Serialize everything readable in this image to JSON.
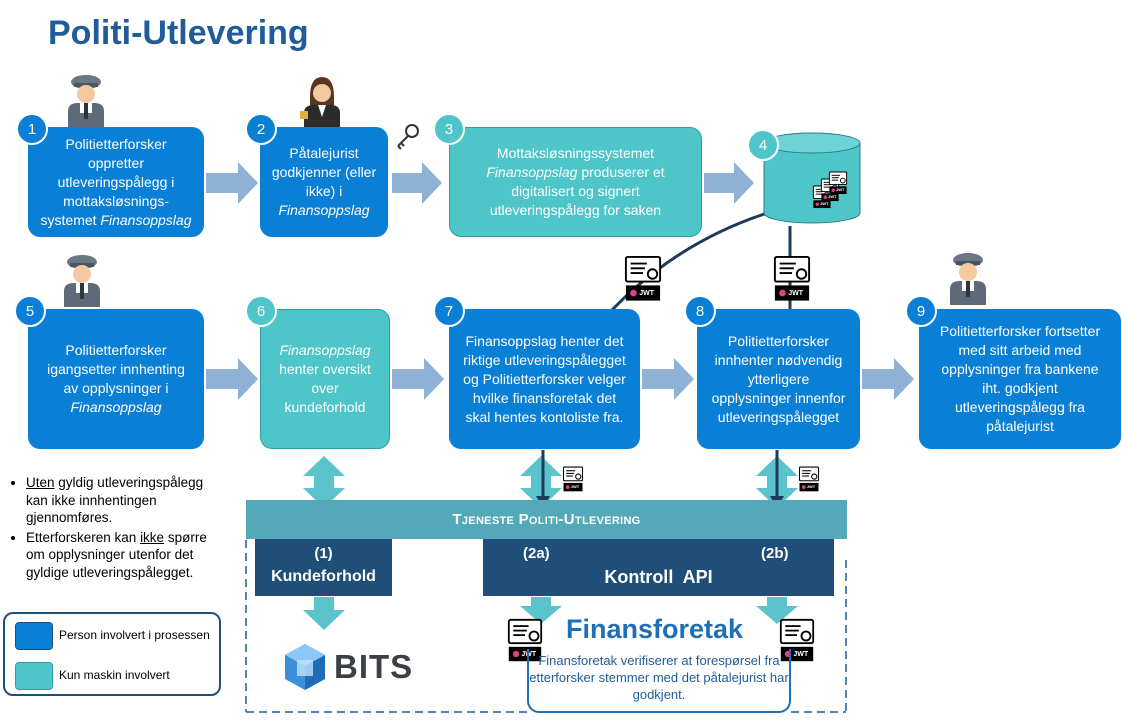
{
  "title": "Politi-Utlevering",
  "steps": [
    {
      "num": "1",
      "lines": [
        {
          "t": "Politietterforsker"
        },
        {
          "t": "oppretter"
        },
        {
          "t": "utleveringspålegg i"
        },
        {
          "t": "mottaksløsnings-"
        },
        {
          "t": "systemet ",
          "i": "Finansoppslag"
        }
      ]
    },
    {
      "num": "2",
      "lines": [
        {
          "t": "Påtalejurist"
        },
        {
          "t": "godkjenner (eller"
        },
        {
          "t": "ikke) i"
        },
        {
          "t": "",
          "i": "Finansoppslag"
        }
      ]
    },
    {
      "num": "3",
      "lines": [
        {
          "t": "Mottaksløsningssystemet"
        },
        {
          "t": " produserer et",
          "i": "Finansoppslag",
          "first": true
        },
        {
          "t": "digitalisert og signert"
        },
        {
          "t": "utleveringspålegg for saken"
        }
      ]
    },
    {
      "num": "4",
      "lines": []
    },
    {
      "num": "5",
      "lines": [
        {
          "t": "Politietterforsker"
        },
        {
          "t": "igangsetter innhenting"
        },
        {
          "t": "av opplysninger i"
        },
        {
          "t": "",
          "i": "Finansoppslag"
        }
      ]
    },
    {
      "num": "6",
      "lines": [
        {
          "t": "",
          "i": "Finansoppslag"
        },
        {
          "t": "henter oversikt"
        },
        {
          "t": "over"
        },
        {
          "t": "kundeforhold"
        }
      ]
    },
    {
      "num": "7",
      "lines": [
        {
          "t": "Finansoppslag henter det"
        },
        {
          "t": "riktige utleveringspålegget"
        },
        {
          "t": "og Politietterforsker velger"
        },
        {
          "t": "hvilke finansforetak det"
        },
        {
          "t": "skal hentes kontoliste fra."
        }
      ]
    },
    {
      "num": "8",
      "lines": [
        {
          "t": "Politietterforsker"
        },
        {
          "t": "innhenter nødvendig"
        },
        {
          "t": "ytterligere"
        },
        {
          "t": "opplysninger innenfor"
        },
        {
          "t": "utleveringspålegget"
        }
      ]
    },
    {
      "num": "9",
      "lines": [
        {
          "t": "Politietterforsker fortsetter"
        },
        {
          "t": "med sitt arbeid med"
        },
        {
          "t": "opplysninger fra bankene"
        },
        {
          "t": "iht. godkjent"
        },
        {
          "t": "utleveringspålegg fra"
        },
        {
          "t": "påtalejurist"
        }
      ]
    }
  ],
  "bullets": [
    {
      "u": "Uten",
      "rest": " gyldig utleveringspålegg kan ikke innhentingen gjennomføres."
    },
    {
      "pre": "Etterforskeren kan ",
      "u": "ikke",
      "rest": " spørre om opplysninger utenfor det gyldige utleveringspålegget."
    }
  ],
  "legend": {
    "person": "Person involvert i prosessen",
    "machine": "Kun maskin involvert",
    "person_color": "#0a7fd6",
    "machine_color": "#4dc5c9"
  },
  "service": {
    "title": "Tjeneste Politi-Utlevering",
    "kunde_num": "(1)",
    "kunde_label": "Kundeforhold",
    "api_num_a": "(2a)",
    "api_num_b": "(2b)",
    "api_label": "Kontroll  API"
  },
  "bits": "BITS",
  "cert_label": "JWT",
  "finansforetak": {
    "title": "Finansforetak",
    "desc": "Finansforetak verifiserer at forespørsel fra etterforsker stemmer med det påtalejurist har godkjent."
  },
  "colors": {
    "title": "#1f5c99",
    "dark": "#1f4e79",
    "service": "#53a9b8",
    "arrow": "#8fb1d6",
    "updown": "#5bc3cc"
  }
}
